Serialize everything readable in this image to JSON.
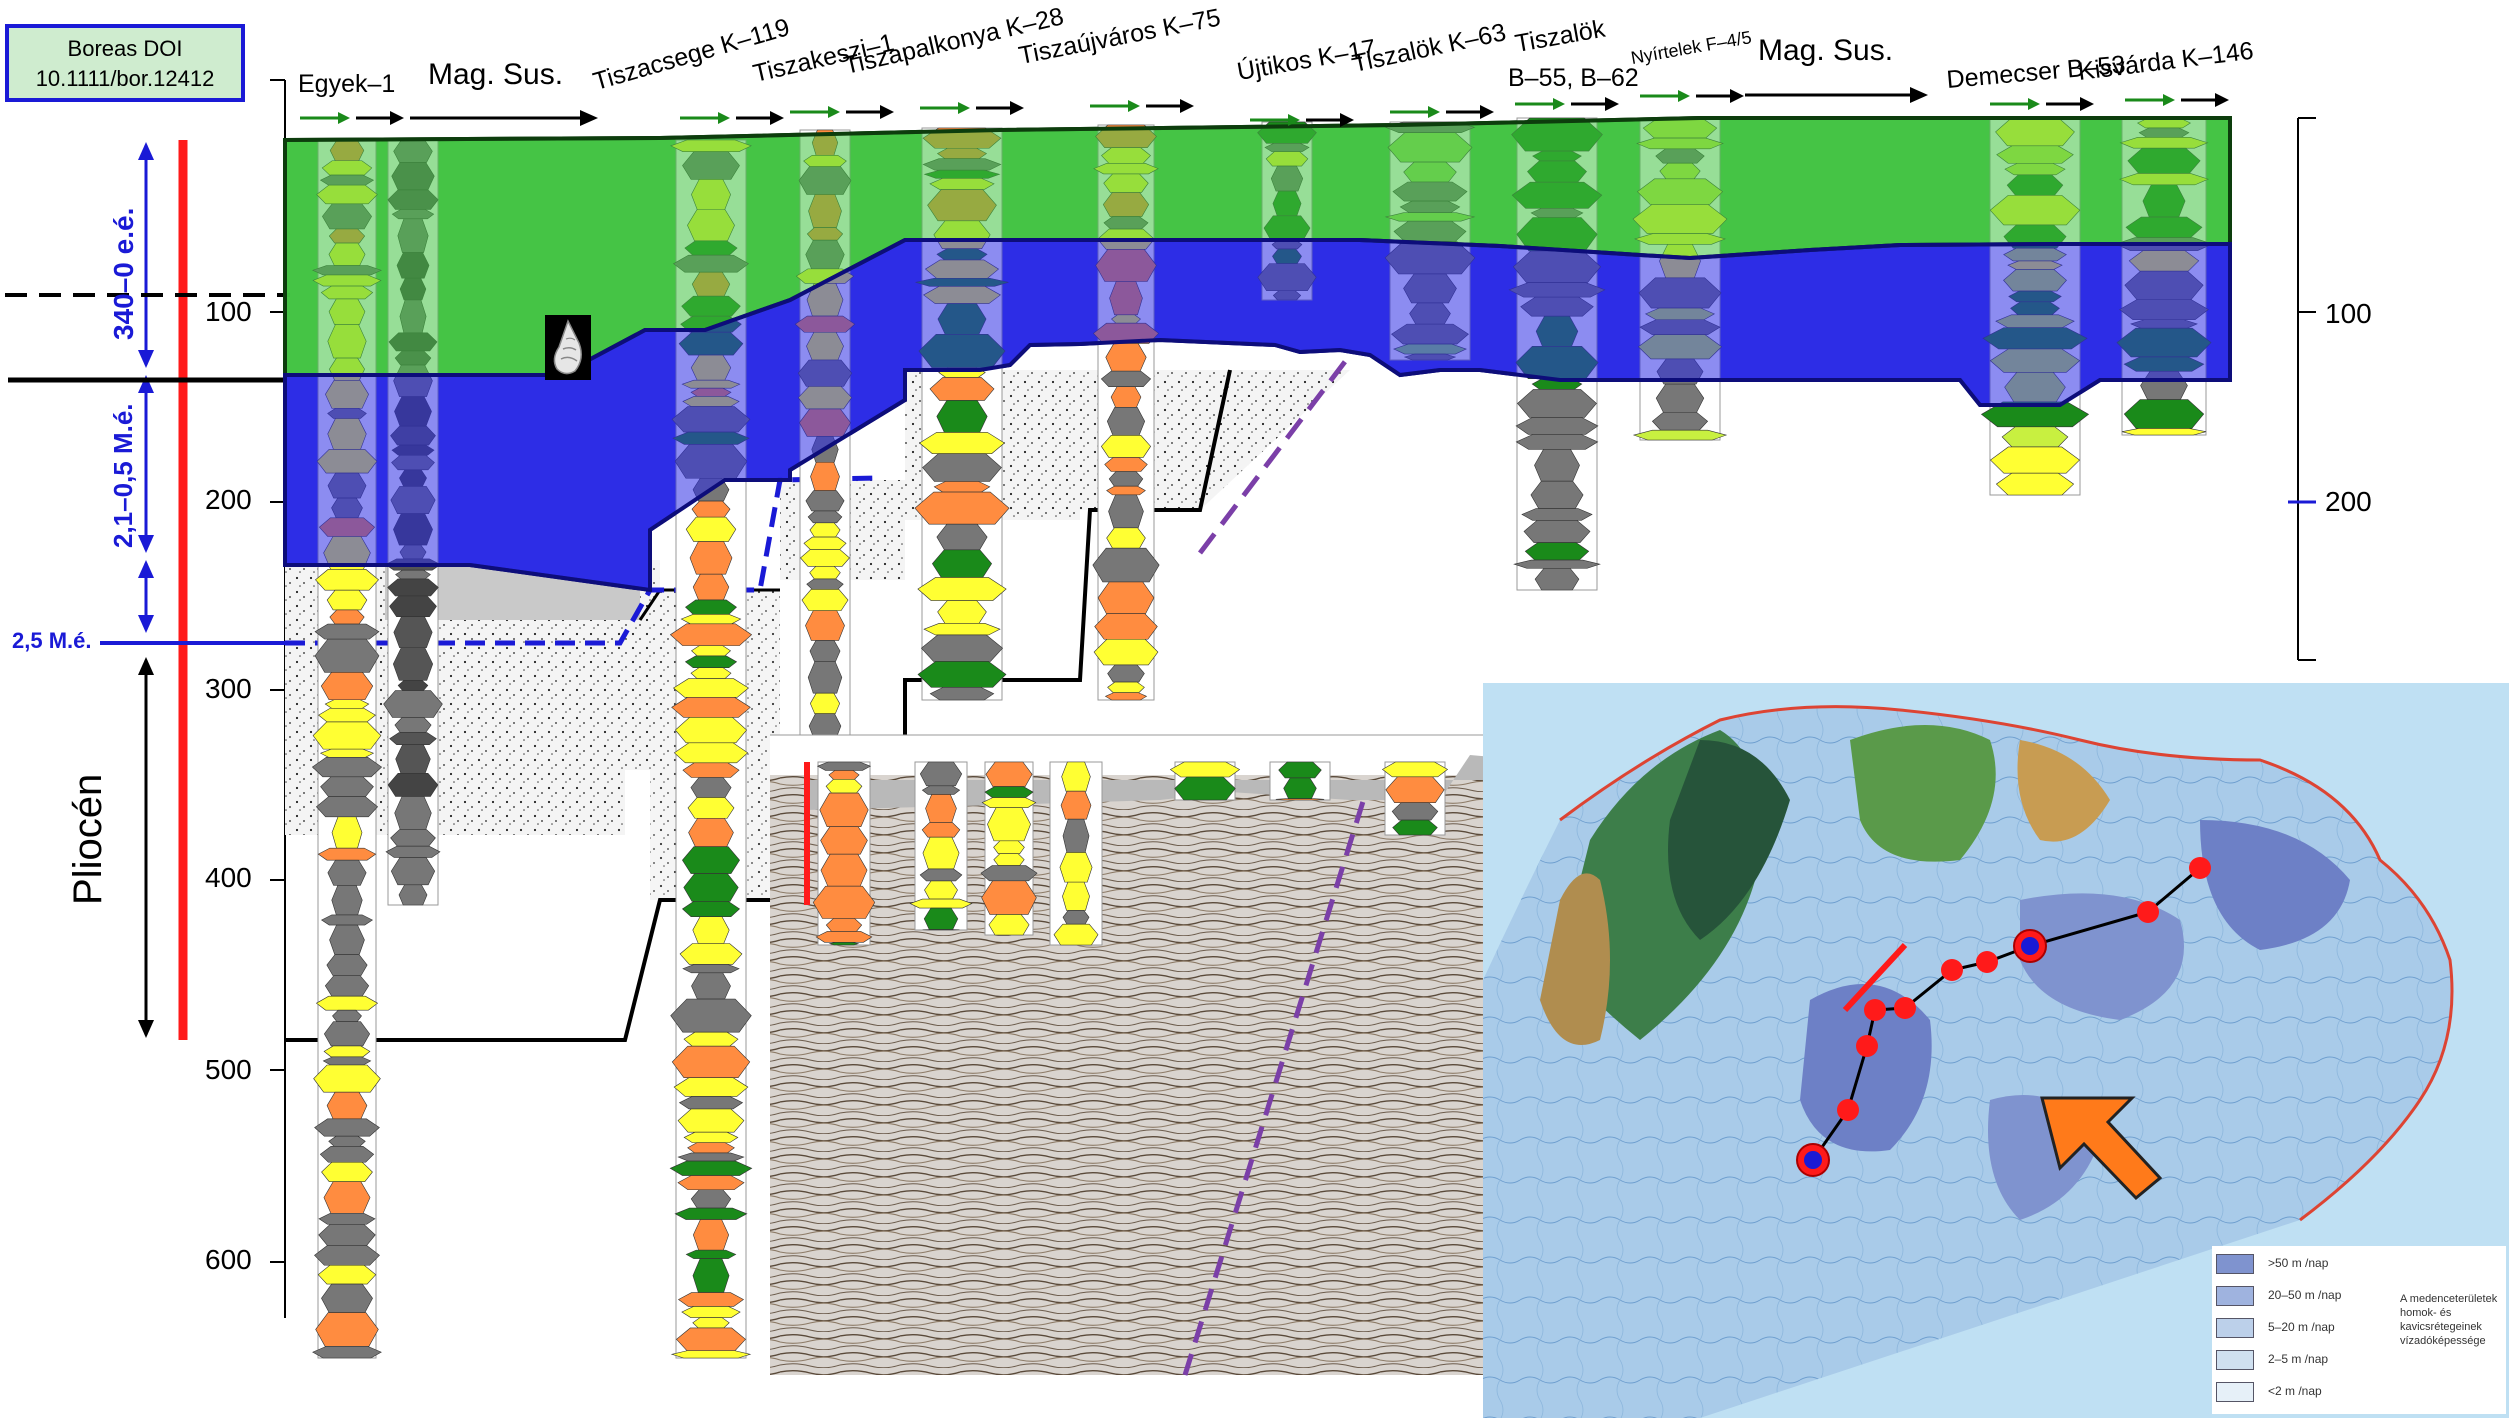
{
  "doi_box": {
    "line1": "Boreas DOI",
    "line2": "10.1111/bor.12412"
  },
  "wells": [
    {
      "id": "egyek",
      "label": "Egyek–1"
    },
    {
      "id": "tiszacsege",
      "label": "Tiszacsege K–119"
    },
    {
      "id": "tiszakeszi",
      "label": "Tiszakeszi–1"
    },
    {
      "id": "tiszapalkonya",
      "label": "Tiszapalkonya K–28"
    },
    {
      "id": "tiszaujvaros",
      "label": "Tiszaújváros K–75"
    },
    {
      "id": "ujtikos",
      "label": "Újtikos K–17"
    },
    {
      "id": "tiszalok63",
      "label": "Tiszalök K–63"
    },
    {
      "id": "tiszalok55a",
      "label": "Tiszalök"
    },
    {
      "id": "tiszalok55b",
      "label": "B–55, B–62"
    },
    {
      "id": "nyirtelek",
      "label": "Nyírtelek F–4/5"
    },
    {
      "id": "demecser",
      "label": "Demecser B–53"
    },
    {
      "id": "kisvarda",
      "label": "Kisvárda K–146"
    }
  ],
  "mag_sus_labels": [
    "Mag. Sus.",
    "Mag. Sus."
  ],
  "age_labels": {
    "top": "340–0 e.é.",
    "middle": "2,1–0,5 M.é.",
    "boundary": "2,5 M.é.",
    "pliocene": "Pliocén"
  },
  "depth_axis_left": [
    "100",
    "200",
    "300",
    "400",
    "500",
    "600"
  ],
  "depth_axis_right": [
    "100",
    "200"
  ],
  "legend": {
    "rows": [
      {
        "label": ">50 m  /nap",
        "color": "#7f93cf"
      },
      {
        "label": "20–50 m  /nap",
        "color": "#9fb3df"
      },
      {
        "label": "5–20 m  /nap",
        "color": "#bcd0ea"
      },
      {
        "label": "2–5 m  /nap",
        "color": "#cfe0f0"
      },
      {
        "label": "<2 m  /nap",
        "color": "#e6f0f8"
      }
    ],
    "note_line1": "A medenceterületek",
    "note_line2": "homok- és",
    "note_line3": "kavicsrétegeinek",
    "note_line4": "vízadóképessége"
  },
  "colors": {
    "green_unit": "#41c241",
    "blue_unit": "#2d2de6",
    "red_bar": "#ff1a1a",
    "boundary_blue": "#1a1ad6",
    "fault_purple": "#7b3fa8",
    "sand_yellow": "#ffff33",
    "gravel_orange": "#ff8c40",
    "clay_green": "#1a8a1a",
    "silt_grey": "#777777"
  }
}
